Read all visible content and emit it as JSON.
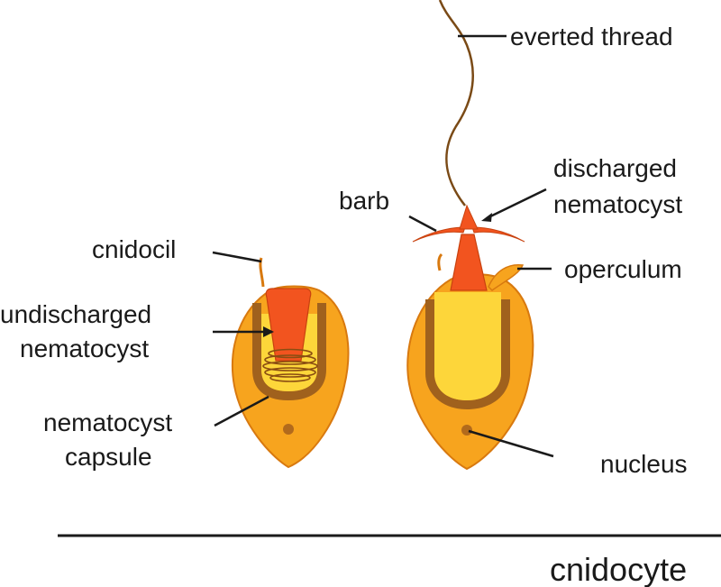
{
  "labels": {
    "everted_thread": "everted thread",
    "discharged_line1": "discharged",
    "discharged_line2": "nematocyst",
    "barb": "barb",
    "operculum": "operculum",
    "cnidocil": "cnidocil",
    "undischarged_line1": "undischarged",
    "undischarged_line2": "nematocyst",
    "capsule_line1": "nematocyst",
    "capsule_line2": "capsule",
    "nucleus": "nucleus",
    "title": "cnidocyte"
  },
  "colors": {
    "cell_fill": "#f7a41e",
    "cell_stroke": "#d8790f",
    "capsule_wall": "#a0611d",
    "capsule_inner": "#fdd63a",
    "nematocyst_red": "#f2541f",
    "thread": "#7a4a16",
    "nucleus": "#b26a1c",
    "line": "#1a1a1a"
  }
}
